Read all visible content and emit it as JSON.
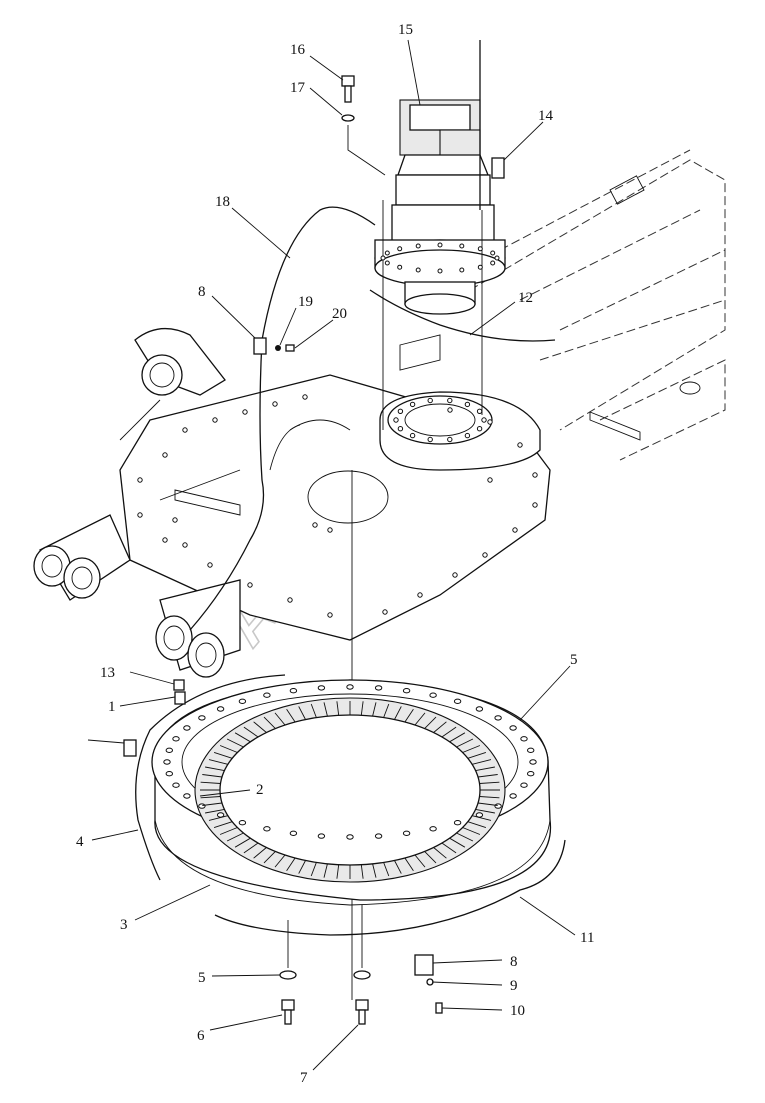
{
  "watermark": "AutoSoft",
  "callouts": [
    {
      "id": "c16",
      "text": "16"
    },
    {
      "id": "c15",
      "text": "15"
    },
    {
      "id": "c17",
      "text": "17"
    },
    {
      "id": "c14",
      "text": "14"
    },
    {
      "id": "c18",
      "text": "18"
    },
    {
      "id": "c8a",
      "text": "8"
    },
    {
      "id": "c19",
      "text": "19"
    },
    {
      "id": "c20",
      "text": "20"
    },
    {
      "id": "c12",
      "text": "12"
    },
    {
      "id": "c13",
      "text": "13"
    },
    {
      "id": "c1",
      "text": "1"
    },
    {
      "id": "c5a",
      "text": "5"
    },
    {
      "id": "c2",
      "text": "2"
    },
    {
      "id": "c4",
      "text": "4"
    },
    {
      "id": "c3",
      "text": "3"
    },
    {
      "id": "c11",
      "text": "11"
    },
    {
      "id": "c8b",
      "text": "8"
    },
    {
      "id": "c5b",
      "text": "5"
    },
    {
      "id": "c9",
      "text": "9"
    },
    {
      "id": "c10",
      "text": "10"
    },
    {
      "id": "c6",
      "text": "6"
    },
    {
      "id": "c7",
      "text": "7"
    }
  ]
}
